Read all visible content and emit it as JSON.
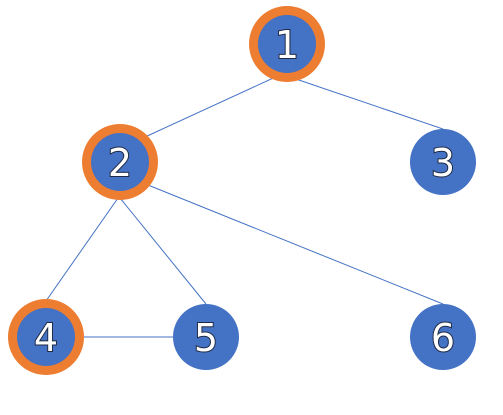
{
  "diagram": {
    "colors": {
      "node_fill": "#4472C4",
      "ring": "#ED7D31",
      "edge": "#4472C4",
      "label_fill": "#FFFFFF",
      "label_stroke": "#1F2A44"
    },
    "nodes": [
      {
        "id": "1",
        "label": "1",
        "highlighted": true
      },
      {
        "id": "2",
        "label": "2",
        "highlighted": true
      },
      {
        "id": "3",
        "label": "3",
        "highlighted": false
      },
      {
        "id": "4",
        "label": "4",
        "highlighted": true
      },
      {
        "id": "5",
        "label": "5",
        "highlighted": false
      },
      {
        "id": "6",
        "label": "6",
        "highlighted": false
      }
    ],
    "edges": [
      {
        "from": "1",
        "to": "2"
      },
      {
        "from": "1",
        "to": "3"
      },
      {
        "from": "2",
        "to": "4"
      },
      {
        "from": "2",
        "to": "5"
      },
      {
        "from": "2",
        "to": "6"
      },
      {
        "from": "4",
        "to": "5"
      }
    ]
  }
}
